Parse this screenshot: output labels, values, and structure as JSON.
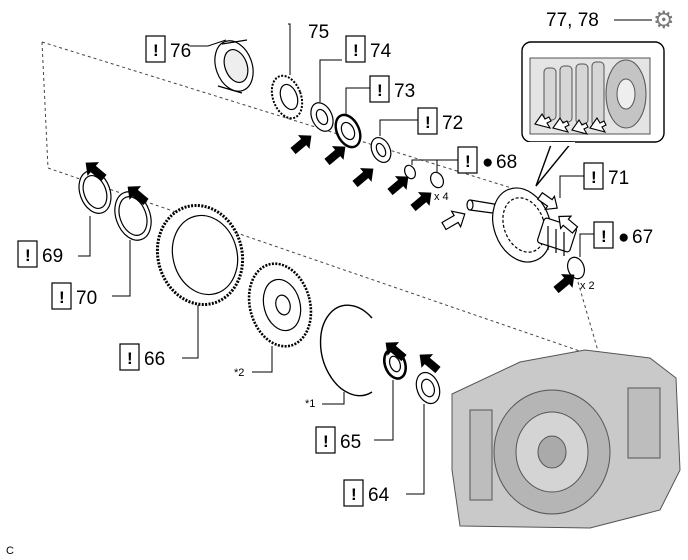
{
  "figure_code": "C",
  "notice_mark": "!",
  "bullet_mark": "●",
  "gear_glyph": "⚙",
  "callouts": {
    "p64": {
      "number": "64"
    },
    "p65": {
      "number": "65"
    },
    "p66": {
      "number": "66"
    },
    "p67": {
      "number": "67",
      "bullet": true
    },
    "p68": {
      "number": "68",
      "bullet": true
    },
    "p69": {
      "number": "69"
    },
    "p70": {
      "number": "70"
    },
    "p71": {
      "number": "71"
    },
    "p72": {
      "number": "72"
    },
    "p73": {
      "number": "73"
    },
    "p74": {
      "number": "74"
    },
    "p75": {
      "number": "75",
      "plain": true
    },
    "p76": {
      "number": "76"
    },
    "p7778": {
      "number": "77, 78",
      "gear": true
    }
  },
  "quantities": {
    "q68": "x 4",
    "q67": "x 2"
  },
  "notes": {
    "n1": "*1",
    "n2": "*2"
  },
  "colors": {
    "line": "#000000",
    "dash": "#444444",
    "part_fill": "#ffffff",
    "housing": "#c9c9c9",
    "gear_icon": "#7a7a7a"
  }
}
